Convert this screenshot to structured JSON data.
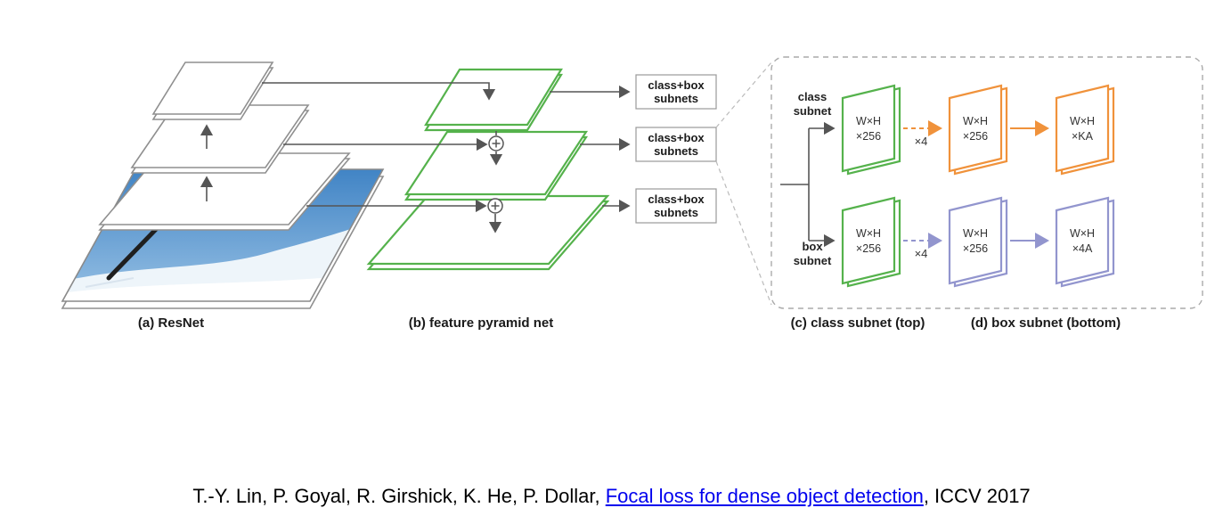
{
  "colors": {
    "gray_outline": "#8f8f8f",
    "arrow": "#555555",
    "green": "#55b24c",
    "orange": "#f0923b",
    "purple": "#9295ce",
    "link_blue": "#0000EE"
  },
  "sections": {
    "a": "(a) ResNet",
    "b": "(b) feature pyramid net",
    "c": "(c) class subnet (top)",
    "d": "(d) box subnet (bottom)"
  },
  "subnet_box": {
    "line1": "class+box",
    "line2": "subnets"
  },
  "panel": {
    "class_label": {
      "line1": "class",
      "line2": "subnet"
    },
    "box_label": {
      "line1": "box",
      "line2": "subnet"
    },
    "times4": "×4",
    "maps": {
      "wh": "W×H",
      "c256": "×256",
      "cka": "×KA",
      "c4a": "×4A"
    }
  },
  "caption": {
    "prefix": "T.-Y. Lin, P. Goyal, R. Girshick, K. He, P. Dollar, ",
    "link_text": "Focal loss for dense object detection",
    "suffix": ", ICCV 2017"
  }
}
